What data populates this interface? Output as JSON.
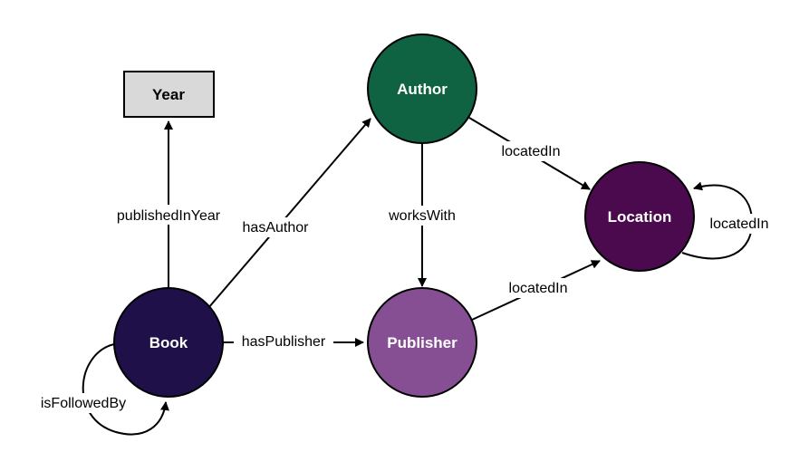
{
  "colors": {
    "book": "#20104a",
    "author": "#0f6342",
    "publisher": "#874f93",
    "location": "#4b0a4d",
    "year": "#d9d9d9",
    "edge": "#000000",
    "label_bg": "#ffffff"
  },
  "nodes": {
    "year": "Year",
    "author": "Author",
    "location": "Location",
    "book": "Book",
    "publisher": "Publisher"
  },
  "edges": {
    "published_in_year": "publishedInYear",
    "has_author": "hasAuthor",
    "works_with": "worksWith",
    "author_located_in": "locatedIn",
    "location_located_in": "locatedIn",
    "publisher_located_in": "locatedIn",
    "has_publisher": "hasPublisher",
    "is_followed_by": "isFollowedBy"
  }
}
